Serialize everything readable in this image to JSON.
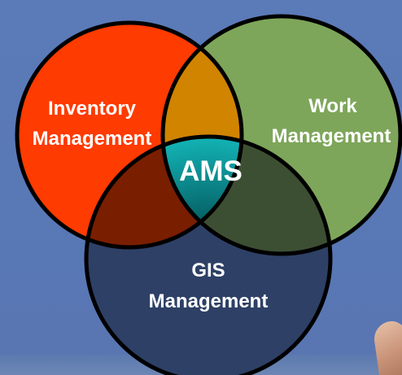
{
  "diagram": {
    "type": "venn-3",
    "center_label": "AMS",
    "sets": [
      {
        "id": "inventory",
        "line1": "Inventory",
        "line2": "Management",
        "color": "#fe3b00"
      },
      {
        "id": "work",
        "line1": "Work",
        "line2": "Management",
        "color": "#7ea65a"
      },
      {
        "id": "gis",
        "line1": "GIS",
        "line2": "Management",
        "color": "#2e4066"
      }
    ],
    "overlap_colors": {
      "inventory_work": "#d08400",
      "inventory_gis": "#7a1e00",
      "work_gis": "#3d4f33",
      "all": "#0a9aa0"
    },
    "outline_color": "#000000"
  }
}
